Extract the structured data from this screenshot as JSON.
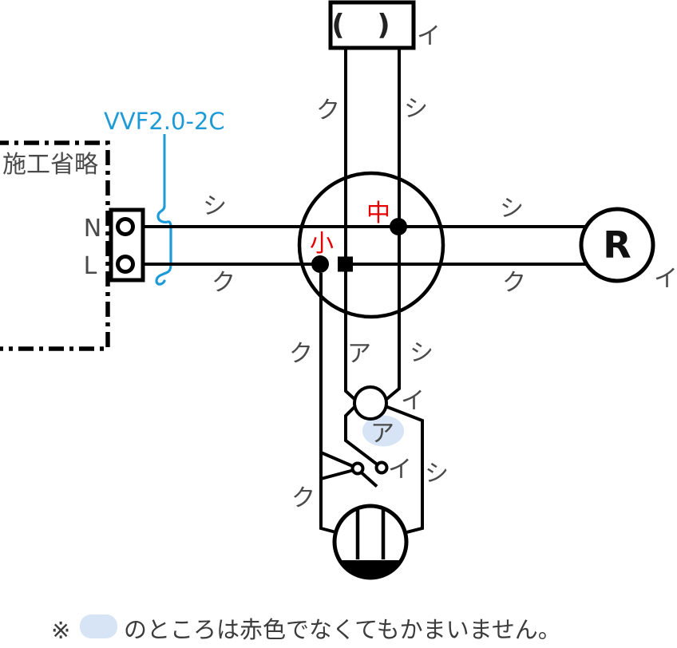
{
  "colors": {
    "wire_black": "#000000",
    "label_gray": "#4a4a4a",
    "sleeve_red": "#e60000",
    "cable_blue": "#1e9bd7",
    "highlight_blue": "#d6e4f5"
  },
  "source": {
    "label": "施工省略",
    "terminal_n": "N",
    "terminal_l": "L"
  },
  "cable": {
    "label": "VVF2.0-2C"
  },
  "junction": {
    "sleeve_medium": "中",
    "sleeve_small": "小"
  },
  "devices": {
    "ceiling_light": {
      "symbol": "( )",
      "circuit": "イ"
    },
    "lamp_receptacle": {
      "symbol": "R",
      "circuit": "イ"
    },
    "pilot_lamp": {
      "circuit": "イ"
    },
    "switch": {
      "circuit": "イ"
    }
  },
  "wire_labels": {
    "top_left": "ク",
    "top_right": "シ",
    "left_upper": "シ",
    "left_lower": "ク",
    "right_upper": "シ",
    "right_lower": "ク",
    "mid_left": "ク",
    "mid_center": "ア",
    "mid_right": "シ",
    "pl_jumper": "ア",
    "switch_right": "シ",
    "bottom_left": "ク"
  },
  "note": {
    "marker": "※",
    "text": "のところは赤色でなくてもかまいません。"
  }
}
